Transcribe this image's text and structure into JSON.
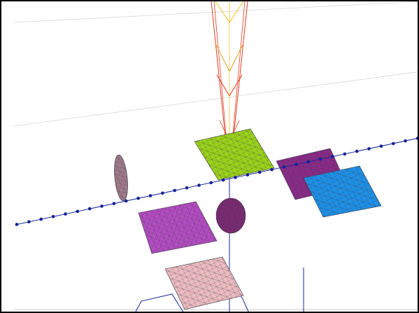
{
  "viewport": {
    "background": "#ffffff",
    "frame_color": "#000000"
  },
  "colors": {
    "ray_outer": "#e03a1e",
    "ray_inner": "#f5c020",
    "beam_axis": "#1a2a9c",
    "beam_node": "#13229a",
    "plate_green": "#9ad21a",
    "plate_purple": "#8a2a88",
    "plate_blue": "#1e90e6",
    "plate_magenta": "#b44cc2",
    "plate_pink": "#ecbcc0",
    "disc_mauve": "#a07a88",
    "disc_purple": "#7a2a72",
    "ground_line": "#c8c8cc",
    "mesh_line": "#3a3a48"
  },
  "objects": [
    "light-ray-bundle",
    "beam-axis",
    "green-plate",
    "purple-plate",
    "blue-plate",
    "magenta-plate",
    "pink-plate",
    "mauve-disc",
    "purple-disc"
  ]
}
